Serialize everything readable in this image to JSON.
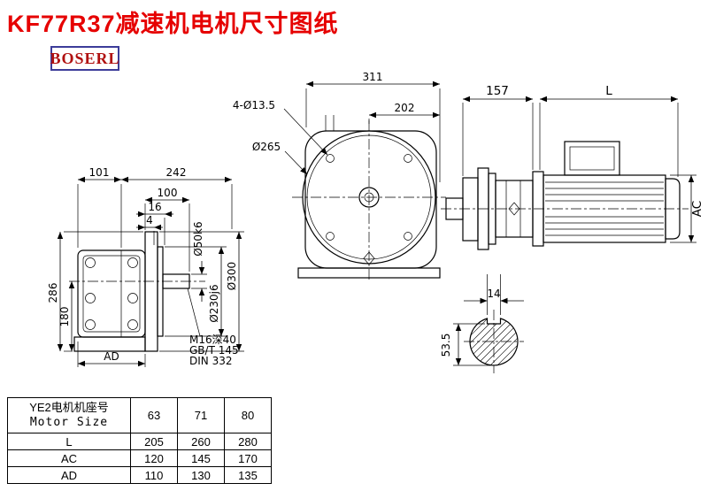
{
  "page": {
    "title": "KF77R37减速机电机尺寸图纸",
    "logo": "BOSERL"
  },
  "left_view": {
    "dim_101": "101",
    "dim_242": "242",
    "dim_100": "100",
    "dim_16": "16",
    "dim_4": "4",
    "dim_286": "286",
    "dim_180": "180",
    "dim_AD": "AD",
    "dim_d50": "Ø50k6",
    "dim_d230": "Ø230j6",
    "dim_d300": "Ø300",
    "thread_note": "M16深40",
    "std_note1": "GB/T 145",
    "std_note2": "DIN 332"
  },
  "front_view": {
    "dim_311": "311",
    "dim_202": "202",
    "bolt_note": "4-Ø13.5",
    "dim_d265": "Ø265"
  },
  "right_view": {
    "dim_157": "157",
    "dim_L": "L",
    "dim_AC": "AC"
  },
  "shaft_view": {
    "dim_14": "14",
    "dim_53_5": "53.5"
  },
  "table": {
    "header_line1": "YE2电机机座号",
    "header_line2": "Motor Size",
    "col_headers": [
      "63",
      "71",
      "80"
    ],
    "rows": [
      {
        "label": "L",
        "values": [
          "205",
          "260",
          "280"
        ]
      },
      {
        "label": "AC",
        "values": [
          "120",
          "145",
          "170"
        ]
      },
      {
        "label": "AD",
        "values": [
          "110",
          "130",
          "135"
        ]
      }
    ]
  }
}
